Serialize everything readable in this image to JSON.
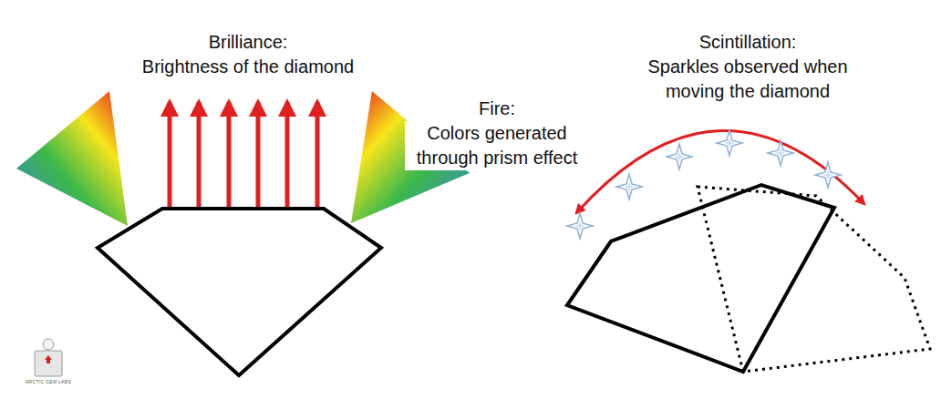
{
  "diagram": {
    "labels": [
      "Brilliance:",
      "Brightness of the diamond",
      "Fire:",
      "Colors generated through prism effect",
      "Scintillation:",
      "Sparkles observed when moving the diamond",
      "ARCTIC GEM LABS"
    ]
  }
}
